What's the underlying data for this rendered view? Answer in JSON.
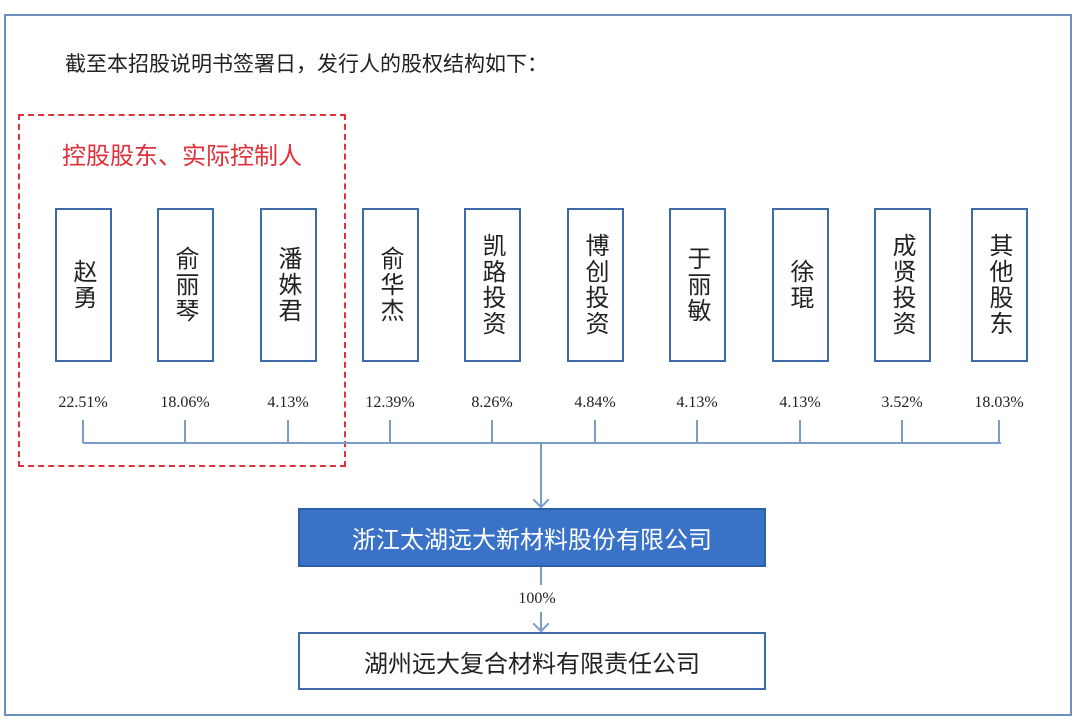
{
  "intro": "截至本招股说明书签署日，发行人的股权结构如下：",
  "controller_group_label": "控股股东、实际控制人",
  "shareholders": [
    {
      "name": "赵勇",
      "pct": "22.51%"
    },
    {
      "name": "俞丽琴",
      "pct": "18.06%"
    },
    {
      "name": "潘姝君",
      "pct": "4.13%"
    },
    {
      "name": "俞华杰",
      "pct": "12.39%"
    },
    {
      "name": "凯路投资",
      "pct": "8.26%"
    },
    {
      "name": "博创投资",
      "pct": "4.84%"
    },
    {
      "name": "于丽敏",
      "pct": "4.13%"
    },
    {
      "name": "徐琨",
      "pct": "4.13%"
    },
    {
      "name": "成贤投资",
      "pct": "3.52%"
    },
    {
      "name": "其他股东",
      "pct": "18.03%"
    }
  ],
  "issuer": "浙江太湖远大新材料股份有限公司",
  "subsidiary_pct": "100%",
  "subsidiary": "湖州远大复合材料有限责任公司",
  "colors": {
    "issuer_fill": "#3a72c8",
    "controller_border": "#e0303a",
    "box_border": "#3d6aa8"
  }
}
